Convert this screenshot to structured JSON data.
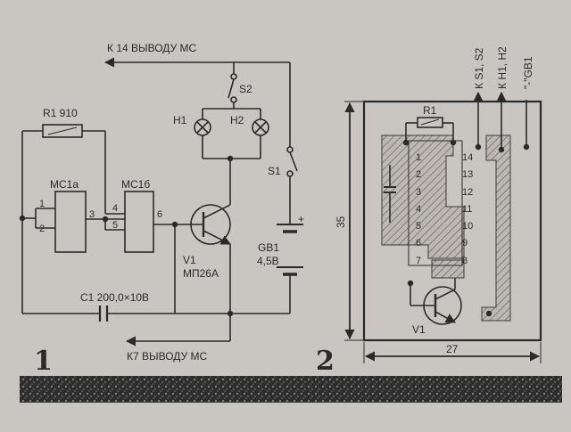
{
  "diagram1": {
    "figure_number": "1",
    "top_label": "К 14 ВЫВОДУ МС",
    "bottom_label": "К7 ВЫВОДУ МС",
    "r1_label": "R1 910",
    "chip_a_label": "МС1а",
    "chip_b_label": "МС1б",
    "pins": [
      "1",
      "2",
      "3",
      "4",
      "5",
      "6"
    ],
    "h1_label": "Н1",
    "h2_label": "Н2",
    "s2_label": "S2",
    "s1_label": "S1",
    "battery_label": "GB1",
    "battery_value": "4,5В",
    "battery_plus": "+",
    "transistor_label": "V1",
    "transistor_type": "МП26А",
    "capacitor_label": "С1 200,0×10В"
  },
  "diagram2": {
    "figure_number": "2",
    "r1_label": "R1",
    "lead_labels": [
      "К S1, S2",
      "К Н1, Н2",
      "\"-\"GB1"
    ],
    "pins_left": [
      "1",
      "2",
      "3",
      "4",
      "5",
      "6",
      "7"
    ],
    "pins_right": [
      "14",
      "13",
      "12",
      "11",
      "10",
      "9",
      "8"
    ],
    "transistor_label": "V1",
    "height_dim": "35",
    "width_dim": "27"
  }
}
